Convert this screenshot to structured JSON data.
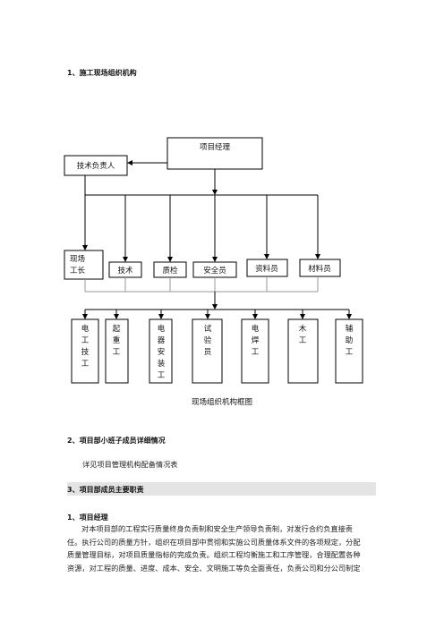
{
  "section1": {
    "title": "1、施工现场组织机构"
  },
  "org": {
    "project_manager": "项目经理",
    "tech_lead": "技术负责人",
    "row2": {
      "site_foreman": [
        "现场",
        "工长"
      ],
      "tech": "技术",
      "qc": "质检",
      "safety": "安全员",
      "materials_clerk": "资料员",
      "material_officer": "材料员"
    },
    "workers": [
      [
        "电",
        "工",
        "技",
        "工"
      ],
      [
        "起",
        "重",
        "工"
      ],
      [
        "电",
        "器",
        "安",
        "装",
        "工"
      ],
      [
        "试",
        "验",
        "员"
      ],
      [
        "电",
        "焊",
        "工"
      ],
      [
        "木",
        "工"
      ],
      [
        "辅",
        "助",
        "工"
      ]
    ],
    "caption": "现场组织机构框图"
  },
  "section2": {
    "title": "2、项目部小班子成员详细情况",
    "text": "详见项目管理机构配备情况表"
  },
  "section3": {
    "title": "3、项目部成员主要职责"
  },
  "sub1": {
    "title": "1、项目经理",
    "lines": [
      "对本项目部的工程实行质量终身负责制和安全生产领导负责制，对发行合约负直接责",
      "任。执行公司的质量方针，组织在项目部中贯彻和实施公司质量体系文件的各项规定，分配",
      "质量管理目标，对项目质量指标的完成负责。组织工程均衡施工和工序管理，合理配置各种",
      "资源，对工程的质量、进度、成本、安全、文明施工等负全面责任，负责公司和分公司制定"
    ]
  }
}
